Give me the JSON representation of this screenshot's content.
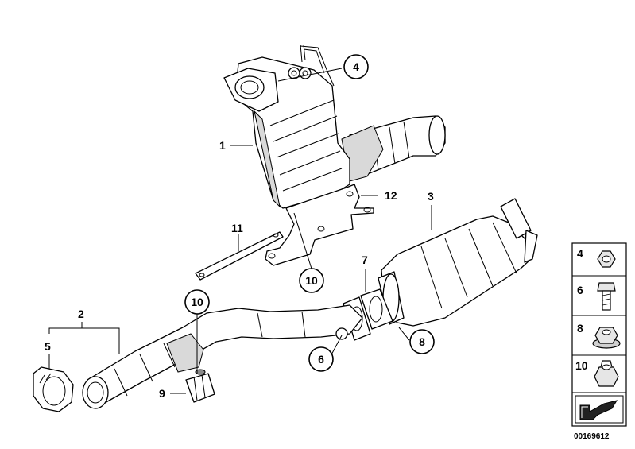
{
  "callouts": {
    "c1": "1",
    "c2": "2",
    "c3": "3",
    "c4": "4",
    "c5": "5",
    "c6": "6",
    "c7": "7",
    "c8": "8",
    "c9": "9",
    "c10a": "10",
    "c10b": "10",
    "c11": "11",
    "c12": "12"
  },
  "legend": {
    "items": [
      {
        "number": "4",
        "icon": "hex-nut-icon"
      },
      {
        "number": "6",
        "icon": "bolt-icon"
      },
      {
        "number": "8",
        "icon": "flange-nut-icon"
      },
      {
        "number": "10",
        "icon": "self-locking-nut-icon"
      }
    ],
    "footer_icon": "arrow-icon"
  },
  "diagram_id": "00169612"
}
